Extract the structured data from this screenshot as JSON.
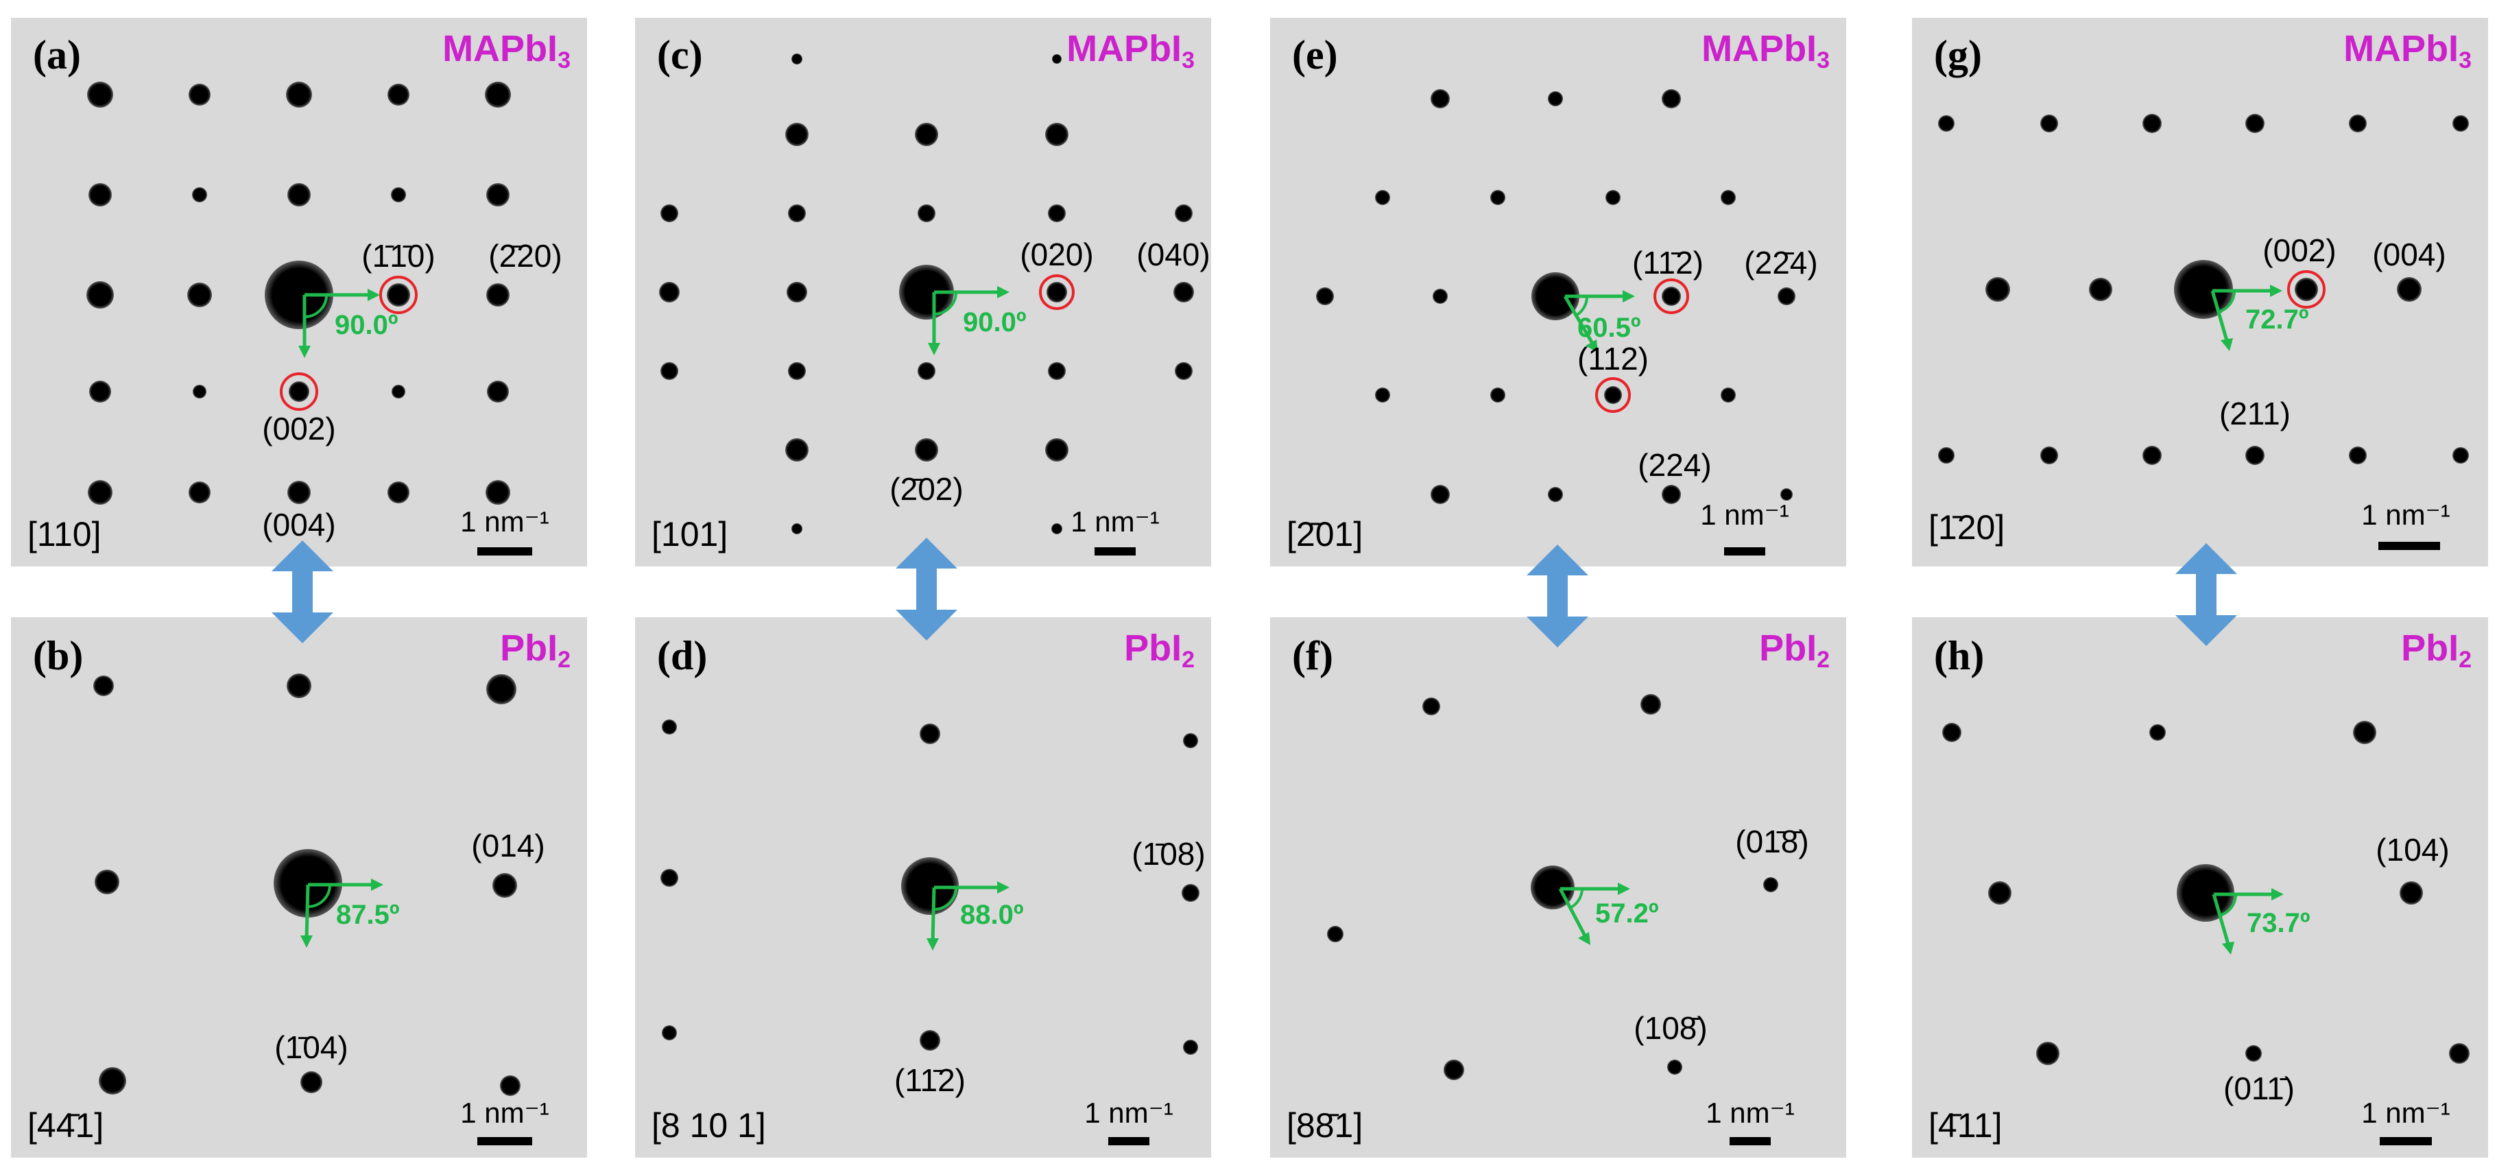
{
  "panels": [
    {
      "id": "a",
      "label": "(a)",
      "material": "MAPbI",
      "material_sub": "3",
      "zone_axis": "[110]",
      "angle": "90.0º",
      "scale": "1 nm⁻¹",
      "miller": [
        "(1̄1̄0)",
        "(2̄20)",
        "(002)",
        "(004)"
      ]
    },
    {
      "id": "b",
      "label": "(b)",
      "material": "PbI",
      "material_sub": "2",
      "zone_axis": "[44̄1]",
      "angle": "87.5º",
      "scale": "1 nm⁻¹",
      "miller": [
        "(014)",
        "(1̄04)"
      ]
    },
    {
      "id": "c",
      "label": "(c)",
      "material": "MAPbI",
      "material_sub": "3",
      "zone_axis": "[101]",
      "angle": "90.0º",
      "scale": "1 nm⁻¹",
      "miller": [
        "(020)",
        "(040)",
        "(2̄02)"
      ]
    },
    {
      "id": "d",
      "label": "(d)",
      "material": "PbI",
      "material_sub": "2",
      "zone_axis": "[8 10 1]",
      "angle": "88.0º",
      "scale": "1 nm⁻¹",
      "miller": [
        "(1̄08)",
        "(11̄2)"
      ]
    },
    {
      "id": "e",
      "label": "(e)",
      "material": "MAPbI",
      "material_sub": "3",
      "zone_axis": "[2̄01]",
      "angle": "60.5º",
      "scale": "1 nm⁻¹",
      "miller": [
        "(11̄2)",
        "(22̄4)",
        "(112)",
        "(224)"
      ]
    },
    {
      "id": "f",
      "label": "(f)",
      "material": "PbI",
      "material_sub": "2",
      "zone_axis": "[88̄1]",
      "angle": "57.2º",
      "scale": "1 nm⁻¹",
      "miller": [
        "(01̄8̄)",
        "(108̄)"
      ]
    },
    {
      "id": "g",
      "label": "(g)",
      "material": "MAPbI",
      "material_sub": "3",
      "zone_axis": "[1̄20]",
      "angle": "72.7º",
      "scale": "1 nm⁻¹",
      "miller": [
        "(002)",
        "(004)",
        "(211)"
      ]
    },
    {
      "id": "h",
      "label": "(h)",
      "material": "PbI",
      "material_sub": "2",
      "zone_axis": "[4̄11]",
      "angle": "73.7º",
      "scale": "1 nm⁻¹",
      "miller": [
        "(104)",
        "(011̄)"
      ]
    }
  ],
  "colors": {
    "panel_background": "#d9d9d9",
    "title": "#cc22cc",
    "angle_marker": "#1fb84b",
    "highlight_ring": "#e8242a",
    "double_arrow": "#5b9bd5"
  },
  "icons": [
    "double-arrow-icon",
    "angle-marker-icon"
  ]
}
